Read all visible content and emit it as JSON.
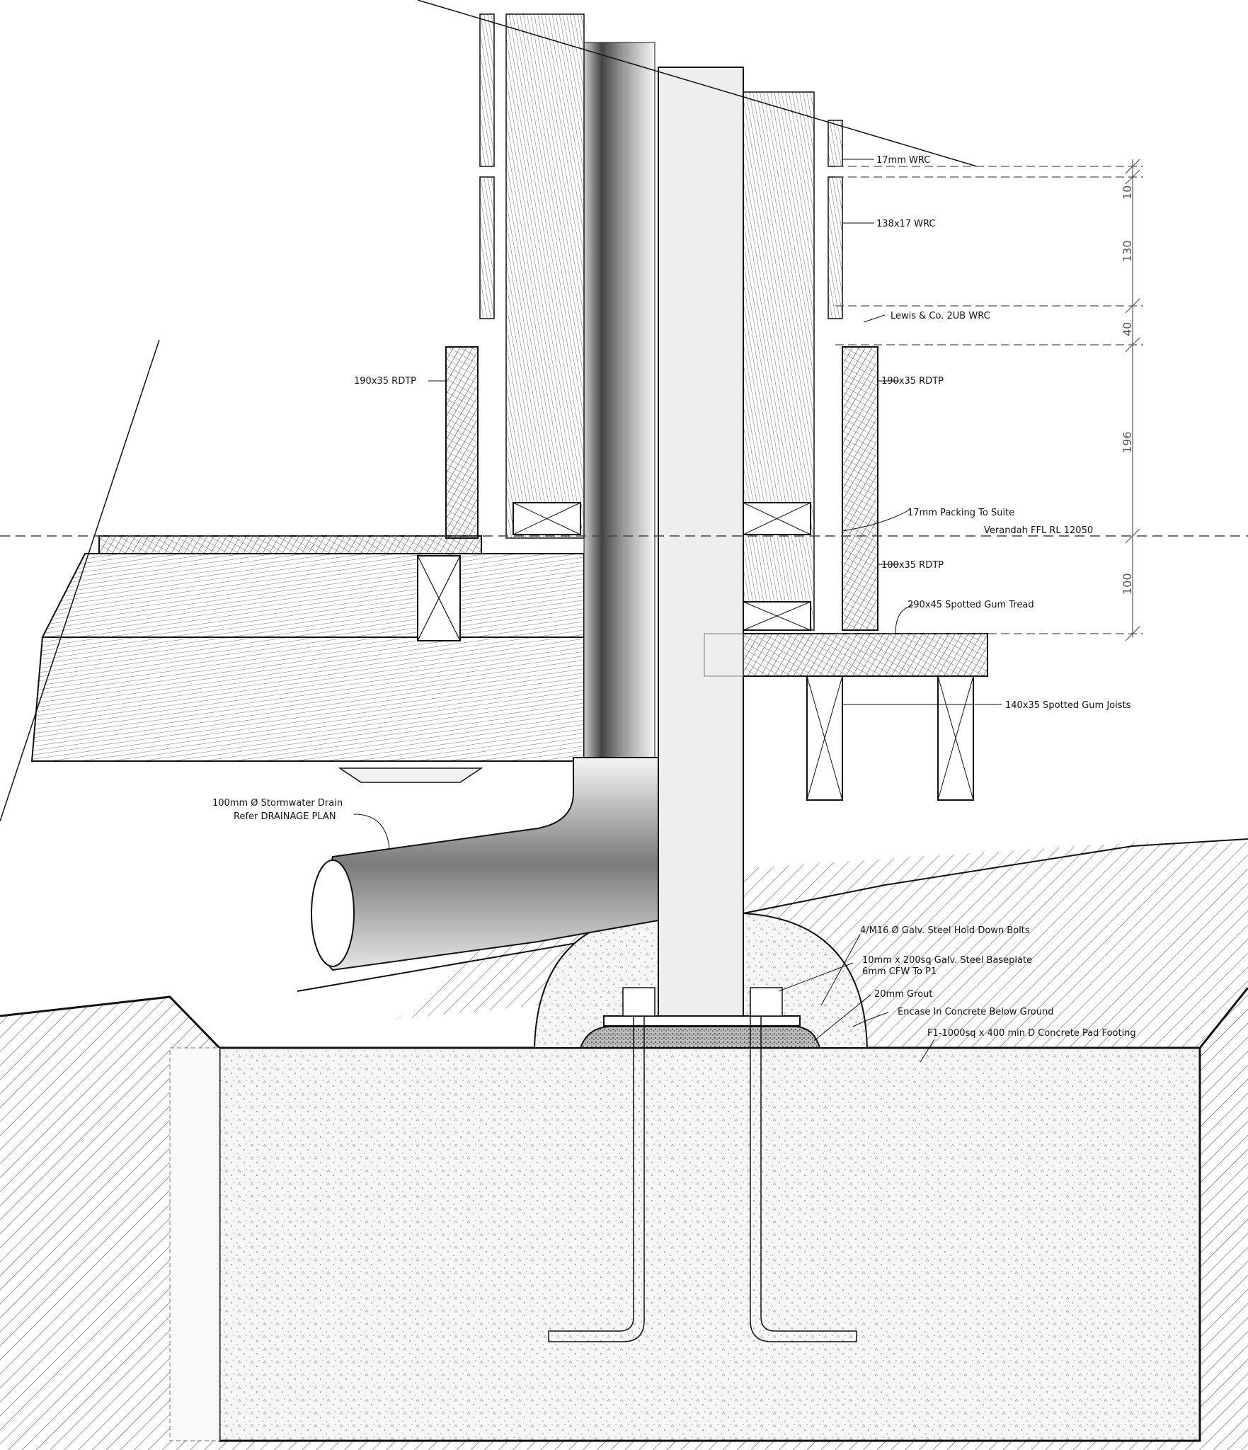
{
  "labels": {
    "wrc_17mm": "17mm WRC",
    "wrc_138x17": "138x17 WRC",
    "lewis_wrc": "Lewis & Co. 2UB WRC",
    "rdtp_left": "190x35 RDTP",
    "rdtp_right": "190x35 RDTP",
    "packing": "17mm Packing To Suite",
    "ffl": "Verandah  FFL  RL  12050",
    "rdtp_100x35": "100x35 RDTP",
    "tread": "290x45 Spotted Gum Tread",
    "joists": "140x35 Spotted Gum Joists",
    "drain_line1": "100mm Ø Stormwater Drain",
    "drain_line2": "Refer DRAINAGE PLAN",
    "bolts": "4/M16 Ø Galv. Steel Hold Down Bolts",
    "baseplate_line1": "10mm x 200sq  Galv. Steel Baseplate",
    "baseplate_line2": "6mm CFW To P1",
    "grout": "20mm Grout",
    "encase": "Encase In Concrete Below Ground",
    "footing": "F1-1000sq  x 400 min D Concrete Pad Footing"
  },
  "dimensions": [
    "10",
    "130",
    "40",
    "196",
    "100"
  ],
  "colors": {
    "line": "#111111",
    "hatch": "#444444",
    "concrete": "#f6f6f6",
    "post": "#eeeeee",
    "dim": "#555555"
  }
}
